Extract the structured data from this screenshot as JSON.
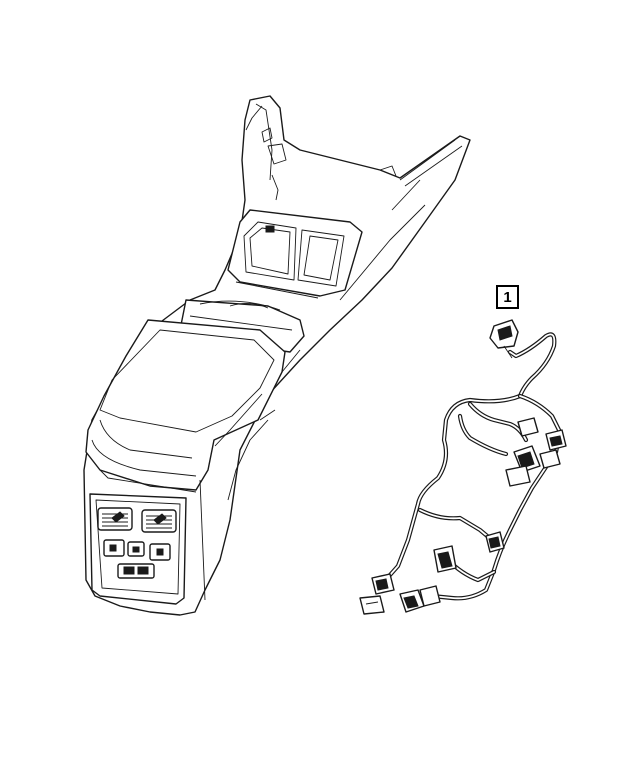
{
  "diagram": {
    "callouts": [
      {
        "label": "1"
      }
    ],
    "parts": [
      {
        "name": "center-console"
      },
      {
        "name": "wiring-harness"
      }
    ]
  }
}
